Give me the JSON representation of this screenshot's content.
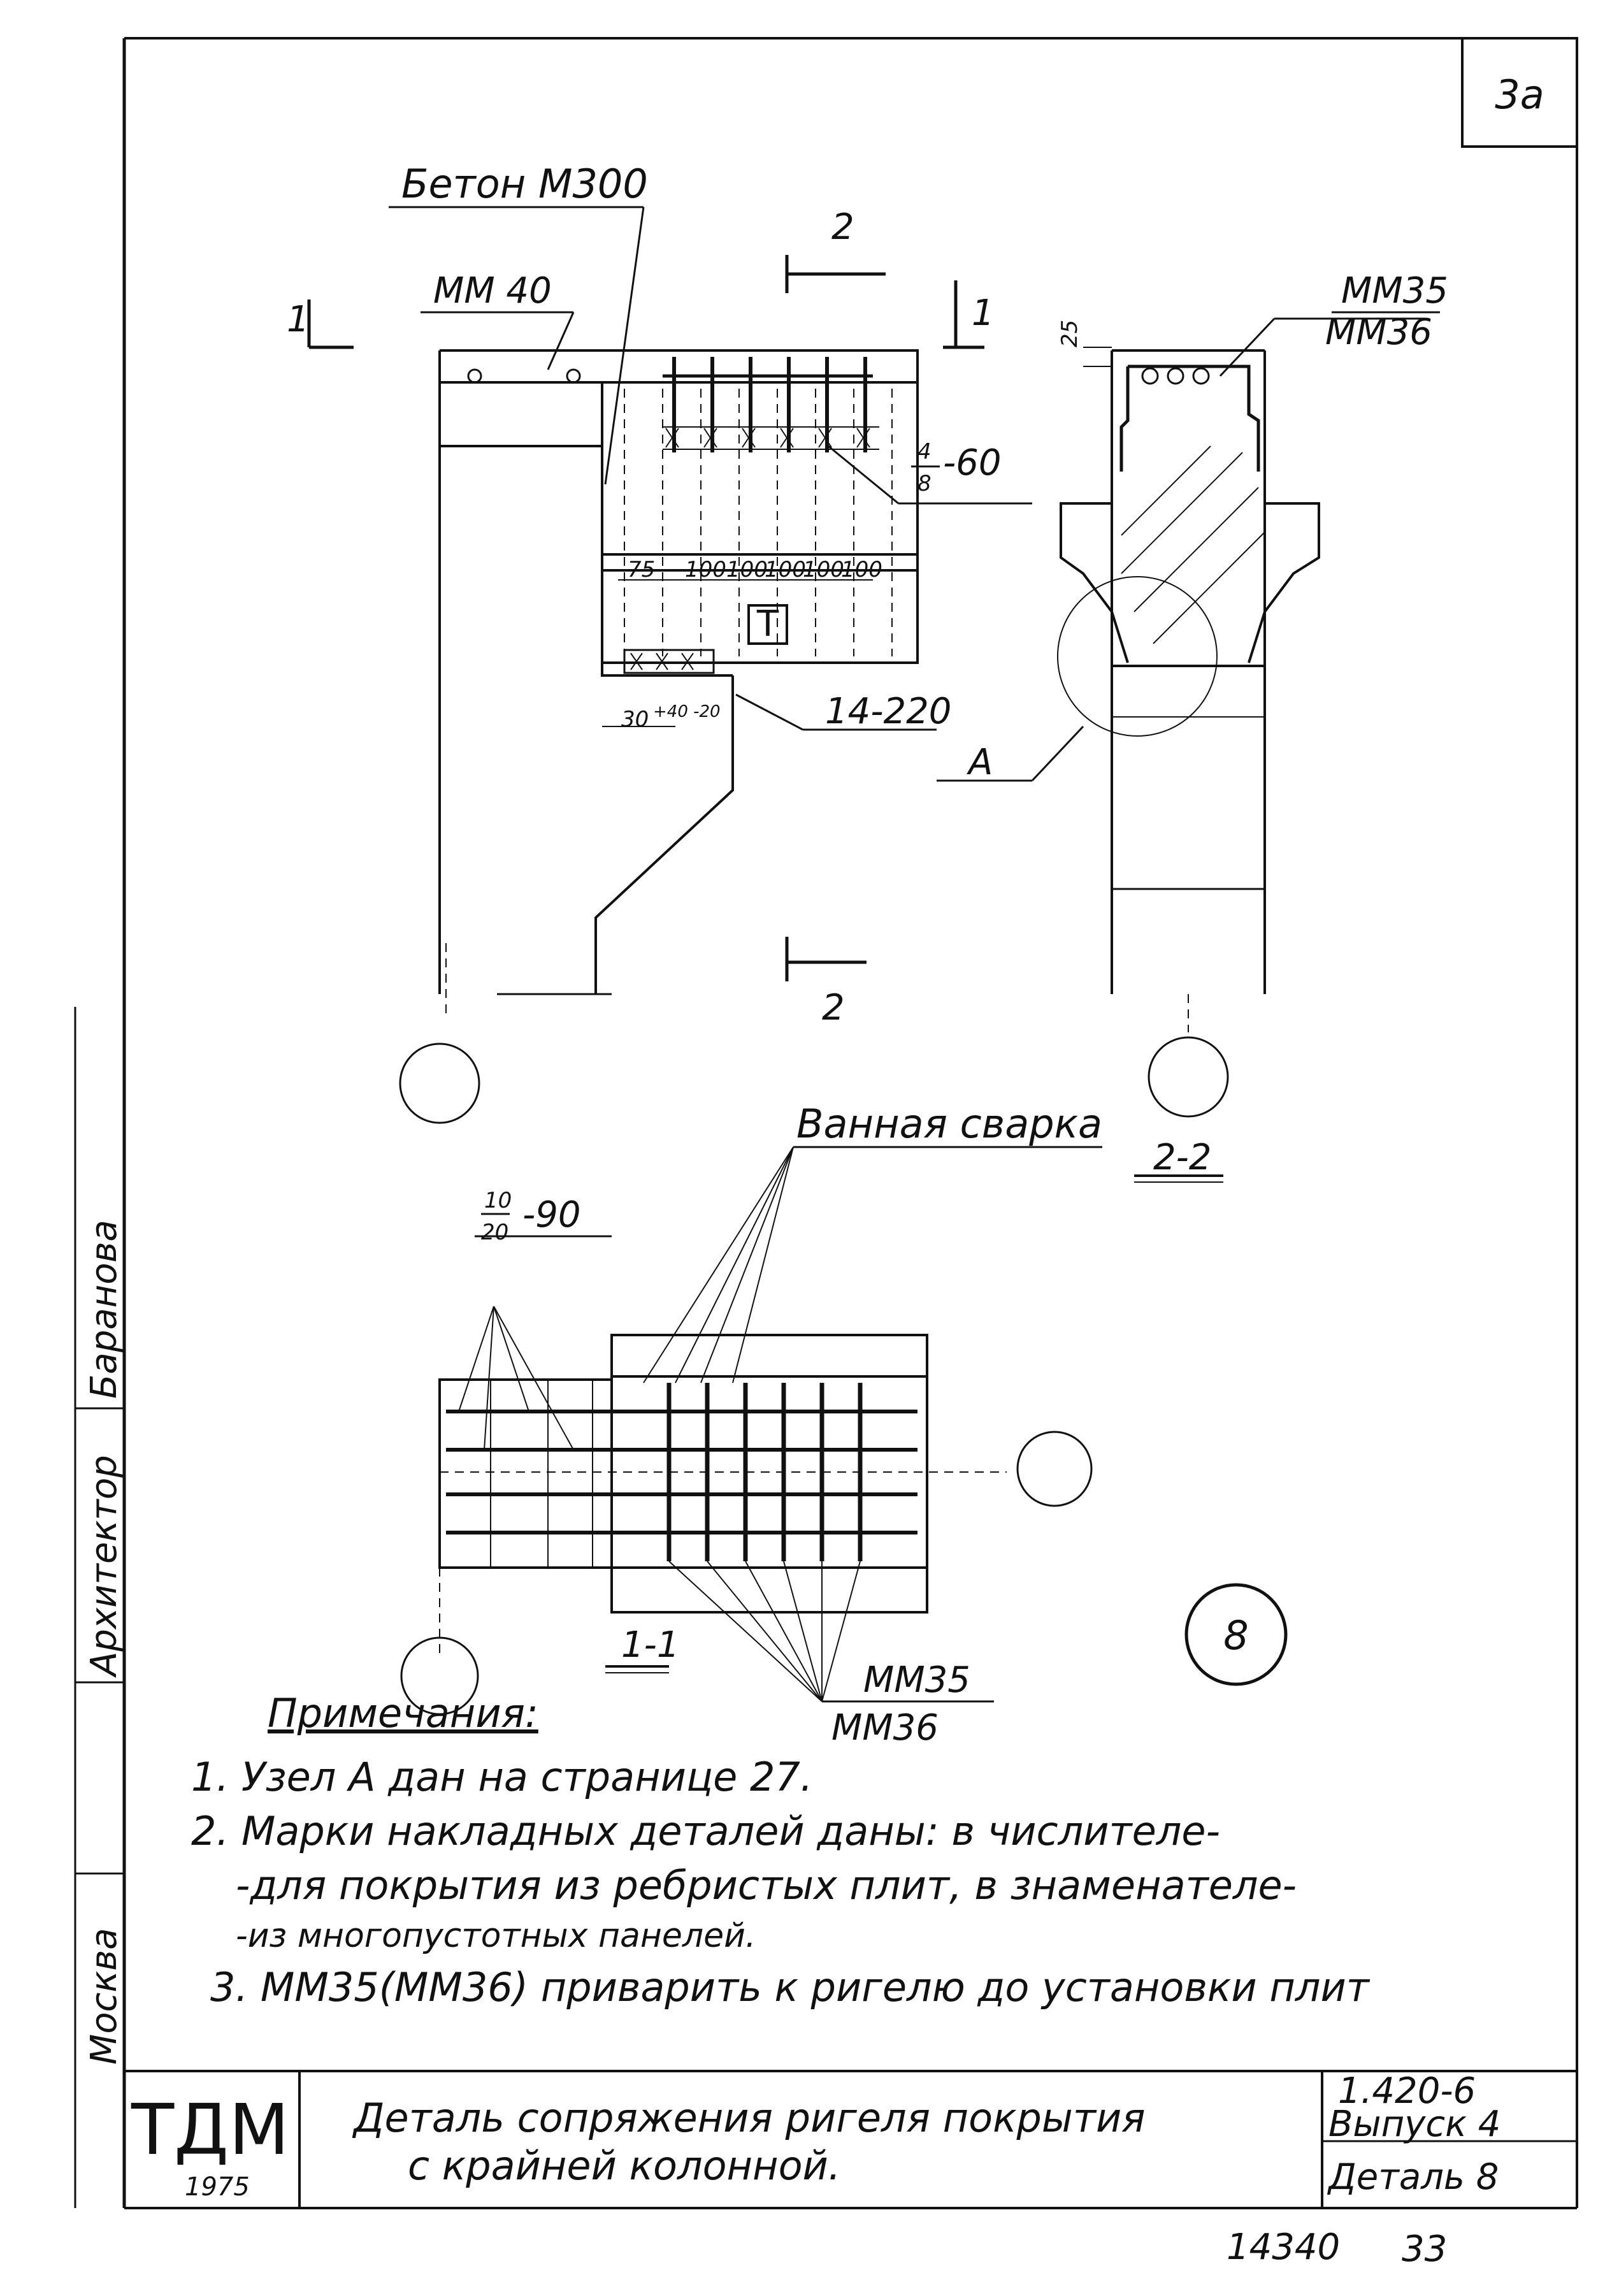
{
  "sheet": {
    "page_mark": "3a",
    "detail_number": "8",
    "footer_number": "14340",
    "footer_page": "33"
  },
  "side_stamp": {
    "city": "Москва",
    "row1": "Архитектор",
    "row1_name": "Баранова"
  },
  "main_view": {
    "label_concrete": "Бетон М300",
    "label_mm40": "ММ 40",
    "section_mark": "1",
    "section_mark_2": "2",
    "bars_num": "4",
    "bars_den": "8",
    "bars_step": "-60",
    "dims": [
      "75",
      "100",
      "100",
      "100",
      "100",
      "100"
    ],
    "t_mark": "Т",
    "label_14_220": "14-220",
    "dim_gap": "30",
    "dim_gap_tol": "+40 -20"
  },
  "section_2_2": {
    "mm_num": "ММ35",
    "mm_den": "ММ36",
    "dim_25": "25",
    "node_label": "А",
    "title": "2-2"
  },
  "section_1_1": {
    "welding_label": "Ванная сварка",
    "bars_num": "10",
    "bars_den": "20",
    "bars_step": "-90",
    "mm_num": "ММ35",
    "mm_den": "ММ36",
    "title": "1-1"
  },
  "notes": {
    "heading": "Примечания:",
    "items": [
      "1. Узел А дан на странице 27.",
      "2. Марки накладных деталей даны: в числителе-",
      "-для покрытия из ребристых плит, в знаменателе-",
      "-из многопустотных панелей.",
      "3. ММ35(ММ36) приварить к ригелю до установки плит"
    ]
  },
  "title_block": {
    "org": "ТДМ",
    "year": "1975",
    "title_line1": "Деталь сопряжения ригеля покрытия",
    "title_line2": "с крайней колонной.",
    "series": "1.420-6",
    "issue": "Выпуск 4",
    "detail": "Деталь 8"
  }
}
